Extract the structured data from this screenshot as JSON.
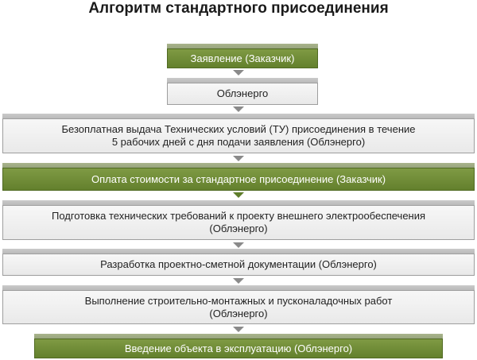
{
  "title": "Алгоритм стандартного присоединения",
  "steps": [
    {
      "text": "Заявление (Заказчик)"
    },
    {
      "text": "Облэнерго"
    },
    {
      "text": "Безоплатная выдача Технических условий (ТУ) присоединения в течение\n5 рабочих дней с дня подачи заявления (Облэнерго)"
    },
    {
      "text": "Оплата стоимости за  стандартное присоединение (Заказчик)"
    },
    {
      "text": "Подготовка технических требований к проекту внешнего электрообеспечения\n(Облэнерго)"
    },
    {
      "text": "Разработка проектно-сметной документации (Облэнерго)"
    },
    {
      "text": "Выполнение строительно-монтажных и пусконаладочных работ\n(Облэнерго)"
    },
    {
      "text": "Введение объекта в эксплуатацию (Облэнерго)"
    }
  ],
  "colors": {
    "highlight": "#6b8833",
    "neutral": "#eeeeee",
    "tab_highlight": "#9aa781",
    "tab_neutral": "#c0c0c0"
  }
}
